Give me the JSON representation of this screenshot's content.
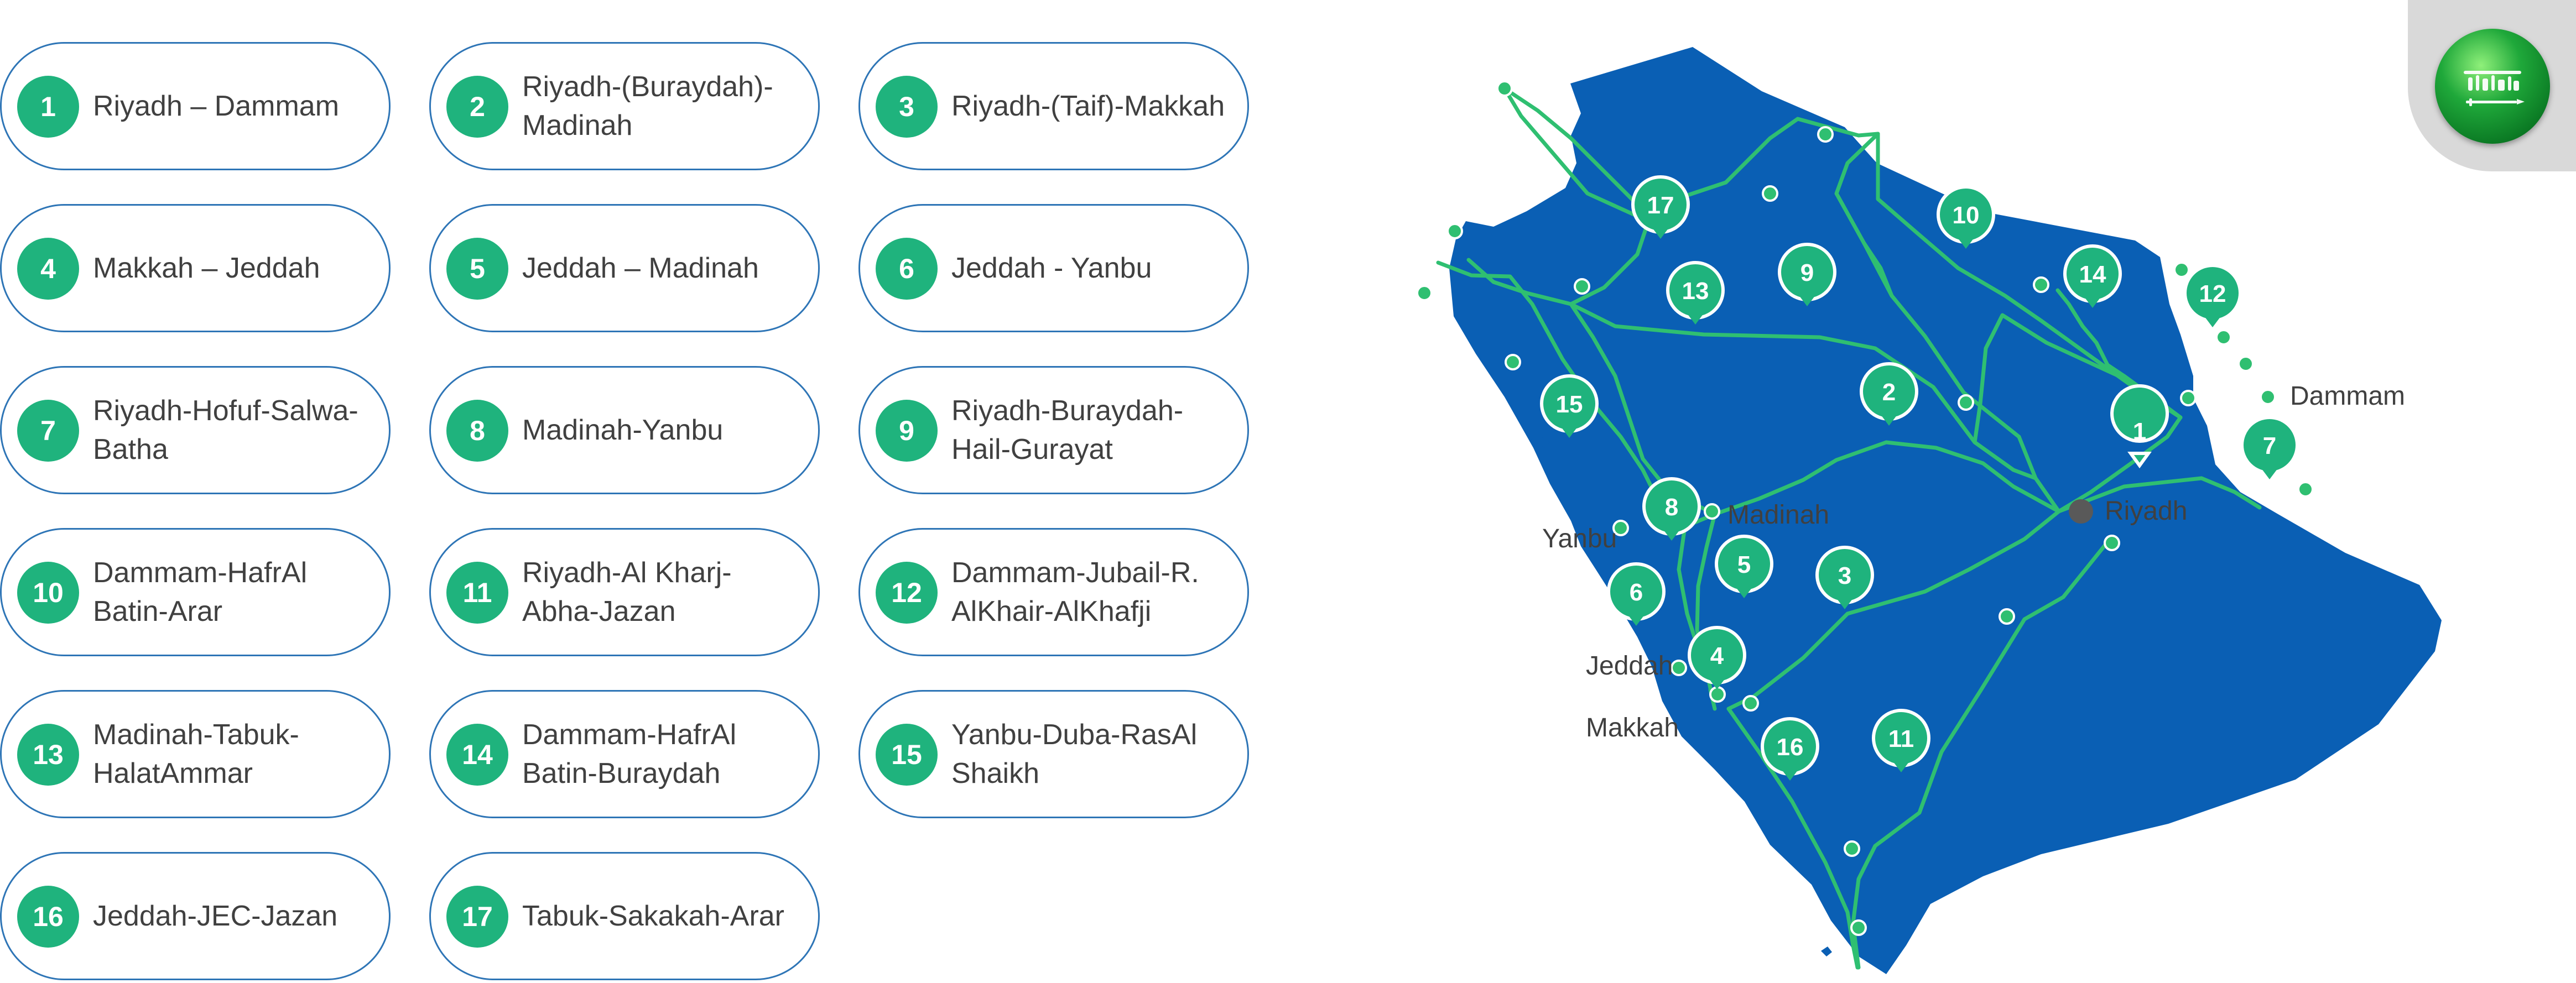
{
  "colors": {
    "map_fill": "#0a5fb4",
    "route_line": "#2fbf71",
    "node_fill": "#2fbf71",
    "marker_fill": "#1fb37d",
    "pill_border": "#2e75b6",
    "hub_fill": "#595959",
    "city_label": "#404040",
    "flag_green": "#1fa83a",
    "flag_tab": "#d9d9d9"
  },
  "routes": [
    {
      "num": "1",
      "label": "Riyadh – Dammam"
    },
    {
      "num": "2",
      "label": "Riyadh-(Buraydah)-Madinah"
    },
    {
      "num": "3",
      "label": "Riyadh-(Taif)-Makkah"
    },
    {
      "num": "4",
      "label": "Makkah – Jeddah"
    },
    {
      "num": "5",
      "label": "Jeddah – Madinah"
    },
    {
      "num": "6",
      "label": "Jeddah - Yanbu"
    },
    {
      "num": "7",
      "label": "Riyadh-Hofuf-Salwa-Batha"
    },
    {
      "num": "8",
      "label": "Madinah-Yanbu"
    },
    {
      "num": "9",
      "label": "Riyadh-Buraydah-Hail-Gurayat"
    },
    {
      "num": "10",
      "label": "Dammam-HafrAl Batin-Arar"
    },
    {
      "num": "11",
      "label": "Riyadh-Al Kharj-Abha-Jazan"
    },
    {
      "num": "12",
      "label": "Dammam-Jubail-R. AlKhair-AlKhafji"
    },
    {
      "num": "13",
      "label": "Madinah-Tabuk-HalatAmmar"
    },
    {
      "num": "14",
      "label": "Dammam-HafrAl Batin-Buraydah"
    },
    {
      "num": "15",
      "label": "Yanbu-Duba-RasAl Shaikh"
    },
    {
      "num": "16",
      "label": "Jeddah-JEC-Jazan"
    },
    {
      "num": "17",
      "label": "Tabuk-Sakakah-Arar"
    }
  ],
  "cities": {
    "dammam": "Dammam",
    "riyadh": "Riyadh",
    "madinah": "Madinah",
    "yanbu": "Yanbu",
    "jeddah": "Jeddah",
    "makkah": "Makkah"
  },
  "flag": {
    "icon": "saudi-flag-emblem-icon"
  }
}
